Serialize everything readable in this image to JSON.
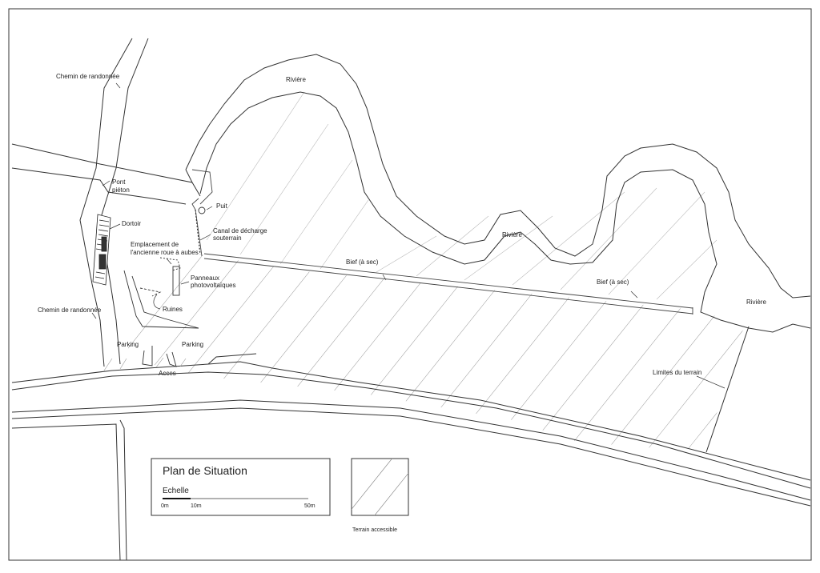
{
  "labels": {
    "chemin_top": "Chemin de randonnée",
    "chemin_bottom": "Chemin de randonnée",
    "riviere_1": "Rivière",
    "riviere_2": "Rivière",
    "riviere_3": "Rivière",
    "pont_line1": "Pont",
    "pont_line2": "piéton",
    "puit": "Puit",
    "dortoir": "Dortoir",
    "canal_line1": "Canal de décharge",
    "canal_line2": "souterrain",
    "roue_line1": "Emplacement de",
    "roue_line2": "l'ancienne roue à aubes",
    "panneaux_line1": "Panneaux",
    "panneaux_line2": "photovoltaïques",
    "ruines": "Ruines",
    "bief_1": "Bief (à sec)",
    "bief_2": "Bief (à sec)",
    "parking_1": "Parking",
    "parking_2": "Parking",
    "acces": "Acces",
    "limites": "Limites du terrain"
  },
  "legend": {
    "title": "Plan de Situation",
    "scale_label": "Echelle",
    "ticks": [
      "0m",
      "10m",
      "50m"
    ],
    "pattern_caption": "Terrain accessible"
  }
}
